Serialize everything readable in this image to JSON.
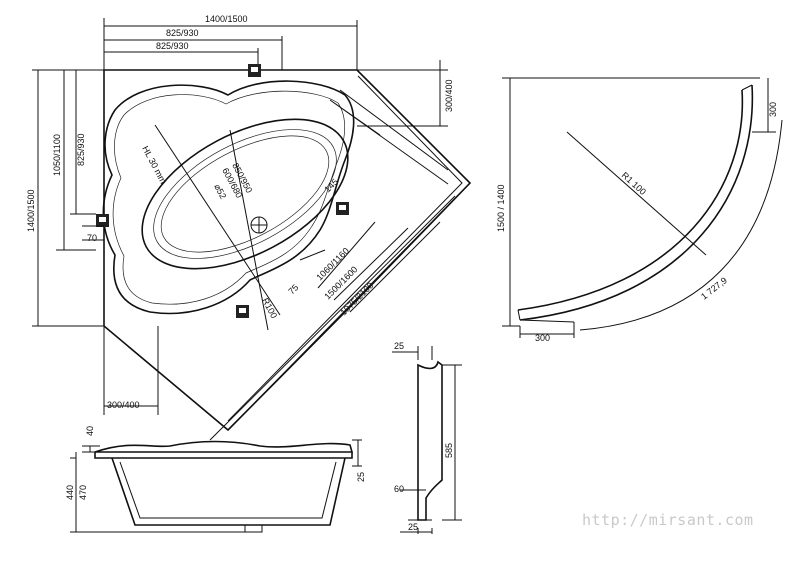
{
  "plan": {
    "top_width": "1400/1500",
    "top_825_a": "825/930",
    "top_825_b": "825/930",
    "right_300": "300/400",
    "left_height": "1400/1500",
    "left_1050": "1050/1100",
    "left_825": "825/930",
    "left_70": "70",
    "bottom_300": "300/400",
    "hl": "HL 30 mm",
    "d850": "850/950",
    "d600": "600/680",
    "d252": "⌀52",
    "d145": "145",
    "d1060": "1060/1160",
    "d1500": "1500/1600",
    "d1975": "1975/2100",
    "r100": "R100",
    "d75": "75"
  },
  "side_profile": {
    "width": "1500 / 1400",
    "r1100": "R1 100",
    "d300_top": "300",
    "d300_bottom": "300",
    "arc": "1 727,9"
  },
  "front_view": {
    "d40": "40",
    "d440": "440",
    "d470": "470",
    "d25": "25"
  },
  "section": {
    "d25_top": "25",
    "d585": "585",
    "d60": "60",
    "d25_bottom": "25"
  },
  "watermark": "http://mirsant.com"
}
